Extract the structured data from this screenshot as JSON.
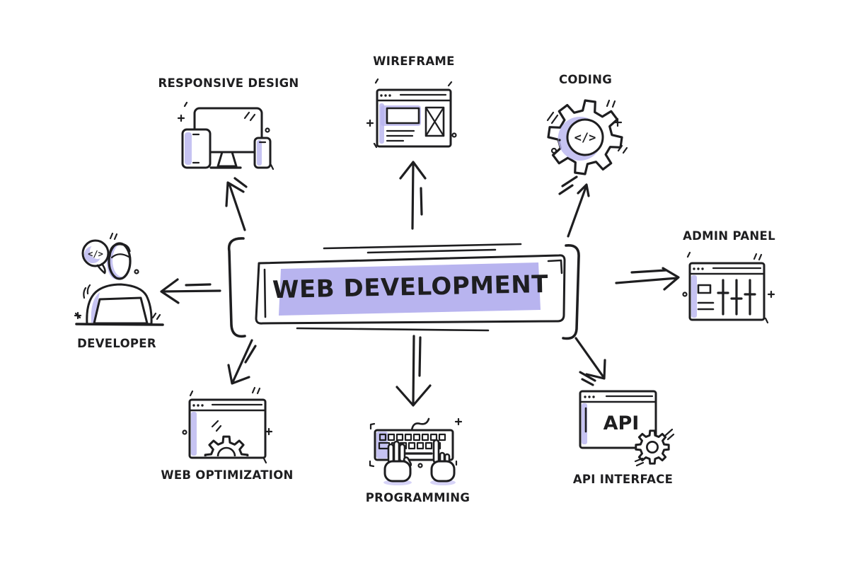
{
  "title": "WEB DEVELOPMENT",
  "colors": {
    "background": "#ffffff",
    "ink": "#1e1e20",
    "accent": "#b8b4ef",
    "accent_soft": "#d6d3f7"
  },
  "banner": {
    "label": "WEB DEVELOPMENT"
  },
  "nodes": [
    {
      "id": "wireframe",
      "label": "WIREFRAME",
      "icon": "browser-wireframe-icon"
    },
    {
      "id": "coding",
      "label": "CODING",
      "icon": "gear-code-icon",
      "glyph": "</>"
    },
    {
      "id": "admin-panel",
      "label": "ADMIN PANEL",
      "icon": "browser-sliders-icon"
    },
    {
      "id": "api-interface",
      "label": "API INTERFACE",
      "icon": "browser-api-gear-icon",
      "glyph": "API"
    },
    {
      "id": "programming",
      "label": "PROGRAMMING",
      "icon": "keyboard-typing-icon"
    },
    {
      "id": "web-optimization",
      "label": "WEB OPTIMIZATION",
      "icon": "browser-gear-icon"
    },
    {
      "id": "developer",
      "label": "DEVELOPER",
      "icon": "person-laptop-icon",
      "glyph": "</>"
    },
    {
      "id": "responsive-design",
      "label": "RESPONSIVE DESIGN",
      "icon": "devices-icon"
    }
  ],
  "arrows": [
    {
      "from": "web-development",
      "to": "wireframe"
    },
    {
      "from": "web-development",
      "to": "coding"
    },
    {
      "from": "web-development",
      "to": "admin-panel"
    },
    {
      "from": "web-development",
      "to": "api-interface"
    },
    {
      "from": "web-development",
      "to": "programming"
    },
    {
      "from": "web-development",
      "to": "web-optimization"
    },
    {
      "from": "web-development",
      "to": "developer"
    },
    {
      "from": "web-development",
      "to": "responsive-design"
    }
  ]
}
